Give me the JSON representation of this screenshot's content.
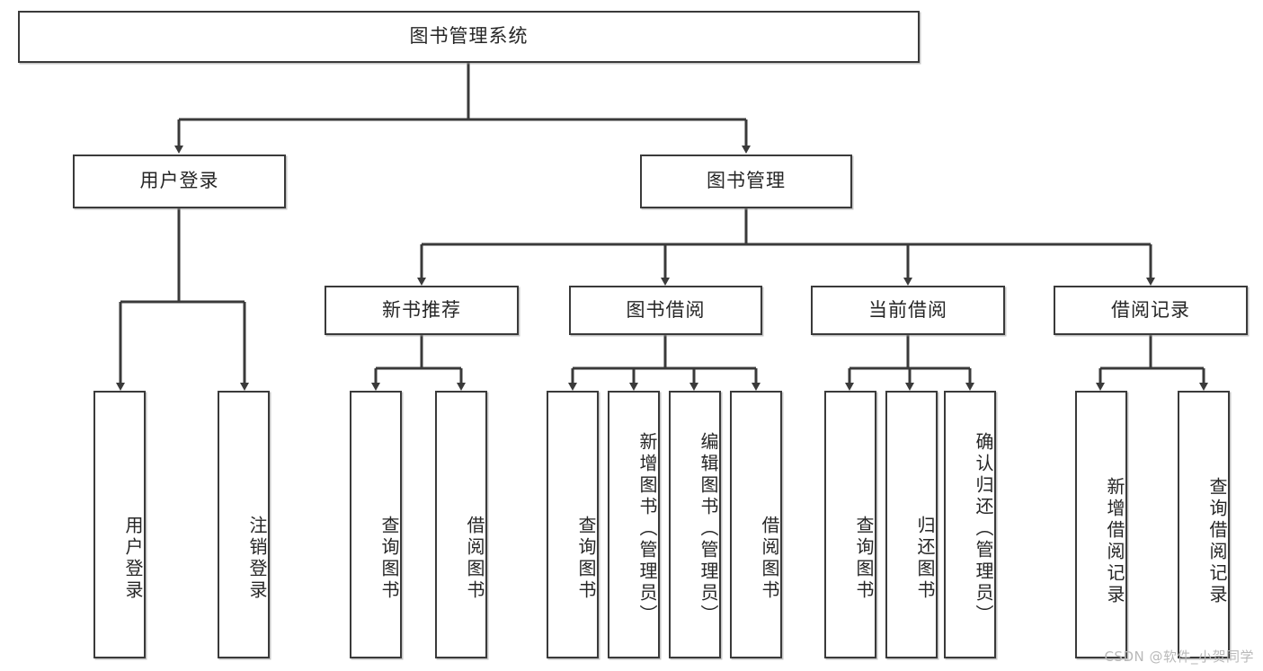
{
  "diagram": {
    "title": "图书管理系统",
    "type": "tree",
    "watermark": "CSDN @软件_小贺同学",
    "colors": {
      "box_border": "#3a3a3a",
      "box_fill": "#ffffff",
      "connector": "#3a3a3a",
      "text": "#262626",
      "watermark": "#b9b9b9"
    },
    "nodes": {
      "root": {
        "label": "图书管理系统",
        "level": 0,
        "orientation": "horizontal"
      },
      "l1": [
        {
          "id": "user-login",
          "label": "用户登录",
          "orientation": "horizontal"
        },
        {
          "id": "book-management",
          "label": "图书管理",
          "orientation": "horizontal"
        }
      ],
      "l2": [
        {
          "id": "new-book-recommend",
          "label": "新书推荐",
          "orientation": "horizontal",
          "parent": "book-management"
        },
        {
          "id": "book-borrow",
          "label": "图书借阅",
          "orientation": "horizontal",
          "parent": "book-management"
        },
        {
          "id": "current-borrow",
          "label": "当前借阅",
          "orientation": "horizontal",
          "parent": "book-management"
        },
        {
          "id": "borrow-record",
          "label": "借阅记录",
          "orientation": "horizontal",
          "parent": "book-management"
        }
      ],
      "leaves": [
        {
          "id": "leaf-user-login",
          "label": "用户登录",
          "orientation": "vertical",
          "parent": "user-login"
        },
        {
          "id": "leaf-user-logout",
          "label": "注销登录",
          "orientation": "vertical",
          "parent": "user-login"
        },
        {
          "id": "leaf-query-book-1",
          "label": "查询图书",
          "orientation": "vertical",
          "parent": "new-book-recommend"
        },
        {
          "id": "leaf-borrow-book-1",
          "label": "借阅图书",
          "orientation": "vertical",
          "parent": "new-book-recommend"
        },
        {
          "id": "leaf-query-book-2",
          "label": "查询图书",
          "orientation": "vertical",
          "parent": "book-borrow"
        },
        {
          "id": "leaf-add-book",
          "label": "新增图书（管理员）",
          "orientation": "vertical",
          "parent": "book-borrow"
        },
        {
          "id": "leaf-edit-book",
          "label": "编辑图书（管理员）",
          "orientation": "vertical",
          "parent": "book-borrow"
        },
        {
          "id": "leaf-borrow-book-2",
          "label": "借阅图书",
          "orientation": "vertical",
          "parent": "book-borrow"
        },
        {
          "id": "leaf-query-book-3",
          "label": "查询图书",
          "orientation": "vertical",
          "parent": "current-borrow"
        },
        {
          "id": "leaf-return-book",
          "label": "归还图书",
          "orientation": "vertical",
          "parent": "current-borrow"
        },
        {
          "id": "leaf-confirm-return",
          "label": "确认归还（管理员）",
          "orientation": "vertical",
          "parent": "current-borrow"
        },
        {
          "id": "leaf-add-record",
          "label": "新增借阅记录",
          "orientation": "vertical",
          "parent": "borrow-record"
        },
        {
          "id": "leaf-query-record",
          "label": "查询借阅记录",
          "orientation": "vertical",
          "parent": "borrow-record"
        }
      ]
    }
  }
}
